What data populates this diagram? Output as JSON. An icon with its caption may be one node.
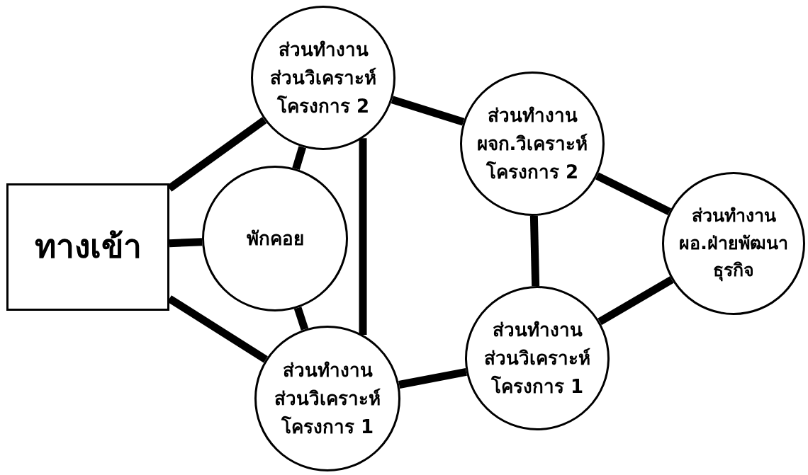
{
  "diagram": {
    "nodes": [
      {
        "text": [
          "ทางเข้า"
        ]
      },
      {
        "text": [
          "พักคอย"
        ]
      },
      {
        "text": [
          "ส่วนทำงาน ส่วนวิเคราะห์ โครงการ 2"
        ]
      },
      {
        "text": [
          "ส่วนทำงาน ส่วนวิเคราะห์ โครงการ 1"
        ]
      },
      {
        "text": [
          "ส่วนทำงาน ผจก.วิเคราะห์ โครงการ 2"
        ]
      },
      {
        "text": [
          "ส่วนทำงาน ผอ.ฝ่ายพัฒนา ธุรกิจ"
        ]
      },
      {
        "text": [
          "ส่วนทำงาน ส่วนวิเคราะห์ โครงการ 1"
        ]
      }
    ],
    "edges": [
      {
        "from": 0,
        "to": 2,
        "arrow": "none"
      },
      {
        "from": 0,
        "to": 1,
        "arrow": "none"
      },
      {
        "from": 0,
        "to": 3,
        "arrow": "none"
      },
      {
        "from": 1,
        "to": 2,
        "arrow": "none"
      },
      {
        "from": 1,
        "to": 3,
        "arrow": "none"
      },
      {
        "from": 2,
        "to": 3,
        "arrow": "none"
      },
      {
        "from": 2,
        "to": 4,
        "arrow": "none"
      },
      {
        "from": 4,
        "to": 5,
        "arrow": "none"
      },
      {
        "from": 4,
        "to": 6,
        "arrow": "none"
      },
      {
        "from": 6,
        "to": 5,
        "arrow": "none"
      },
      {
        "from": 3,
        "to": 6,
        "arrow": "none"
      }
    ]
  }
}
